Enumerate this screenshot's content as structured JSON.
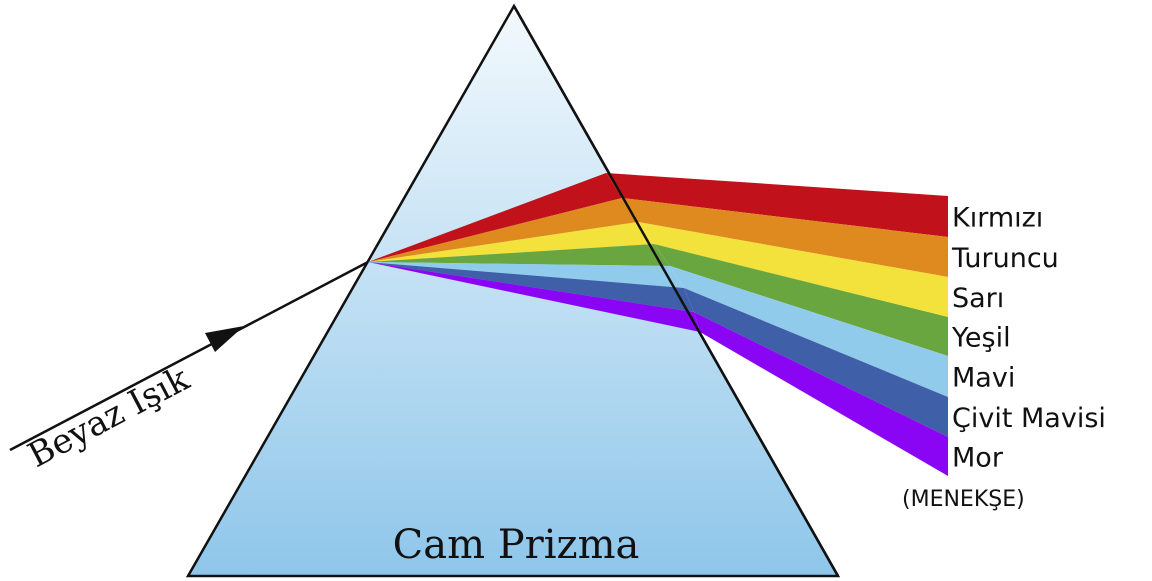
{
  "diagram": {
    "incoming_label": "Beyaz Işık",
    "prism_label": "Cam Prizma",
    "spectrum": [
      {
        "name": "Kırmızı",
        "color": "#c1121c"
      },
      {
        "name": "Turuncu",
        "color": "#df8a1f"
      },
      {
        "name": "Sarı",
        "color": "#f4e23c"
      },
      {
        "name": "Yeşil",
        "color": "#6aa640"
      },
      {
        "name": "Mavi",
        "color": "#90cbec"
      },
      {
        "name": "Çivit Mavisi",
        "color": "#3f5fa8"
      },
      {
        "name": "Mor",
        "color": "#8b05f5"
      }
    ],
    "mor_note": "(MENEKŞE)",
    "colors": {
      "prism_top": "#f3f9fd",
      "prism_bottom": "#8ec6ea",
      "outline": "#111111"
    }
  }
}
